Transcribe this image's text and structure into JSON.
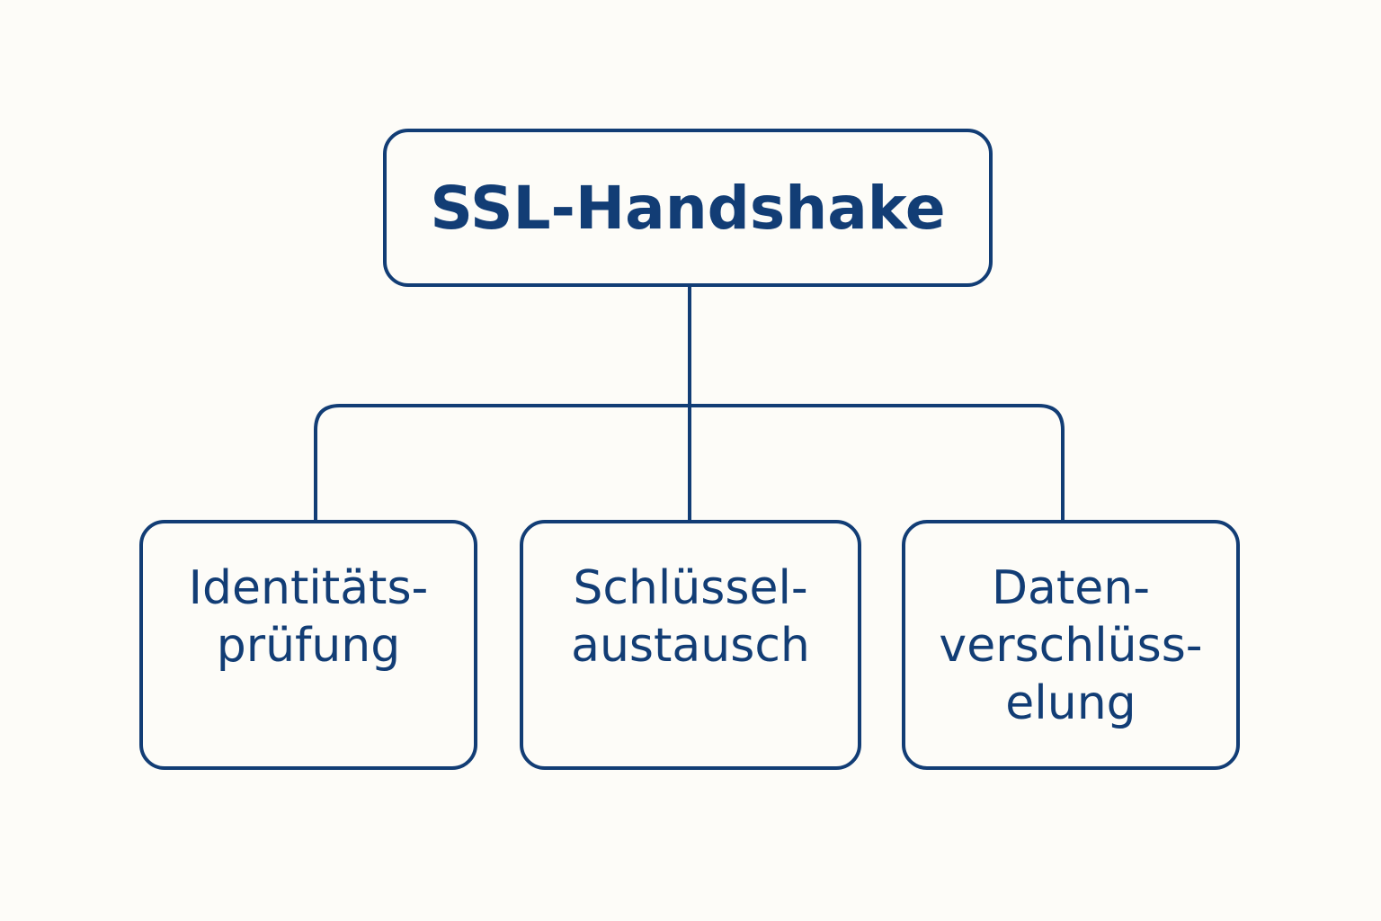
{
  "root": {
    "label": "SSL-Handshake"
  },
  "children": [
    {
      "lines": [
        "Identitäts-",
        "prüfung"
      ]
    },
    {
      "lines": [
        "Schlüssel-",
        "austausch"
      ]
    },
    {
      "lines": [
        "Daten-",
        "verschlüss-",
        "elung"
      ]
    }
  ],
  "colors": {
    "stroke": "#123d75",
    "background": "#fdfcf8"
  }
}
